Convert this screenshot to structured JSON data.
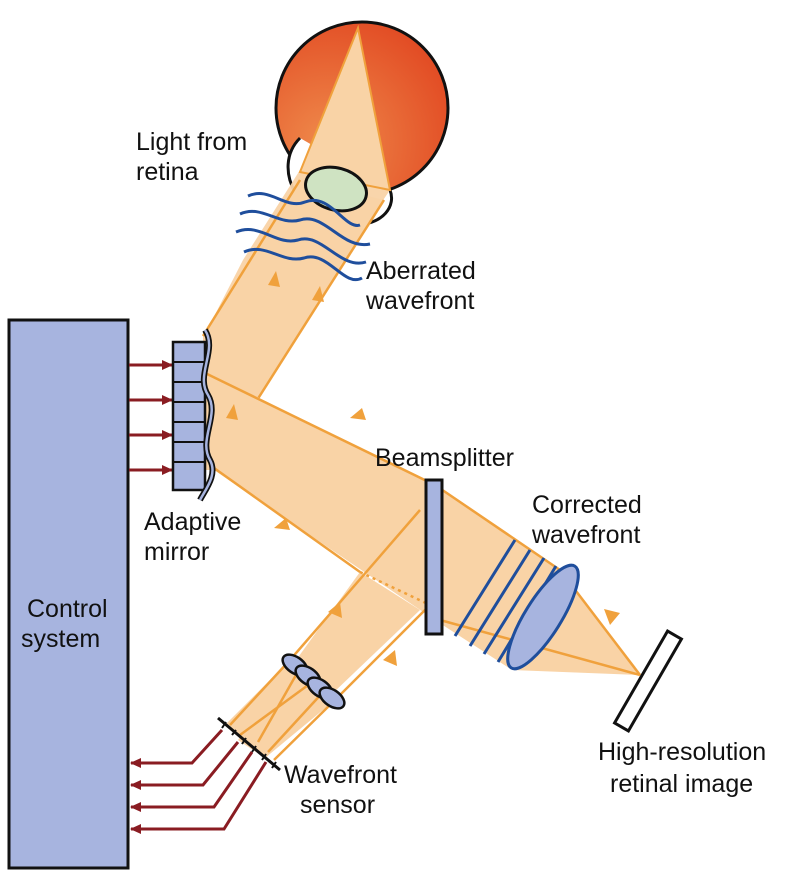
{
  "colors": {
    "beam_fill": "#f9d3a6",
    "beam_edge": "#f0a13c",
    "eye_dark": "#e0421e",
    "eye_light": "#ef8a4b",
    "lens": "#cfe3c2",
    "blue_part": "#a7b4df",
    "wave_blue": "#1f4e9c",
    "signal_arrow": "#8a1c22"
  },
  "labels": {
    "light_from_retina": [
      "Light from",
      "retina"
    ],
    "aberrated_wavefront": [
      "Aberrated",
      "wavefront"
    ],
    "adaptive_mirror": [
      "Adaptive",
      "mirror"
    ],
    "beamsplitter": "Beamsplitter",
    "corrected_wavefront": [
      "Corrected",
      "wavefront"
    ],
    "control_system": [
      "Control",
      "system"
    ],
    "wavefront_sensor": [
      "Wavefront",
      "sensor"
    ],
    "retinal_image": [
      "High-resolution",
      "retinal image"
    ]
  }
}
